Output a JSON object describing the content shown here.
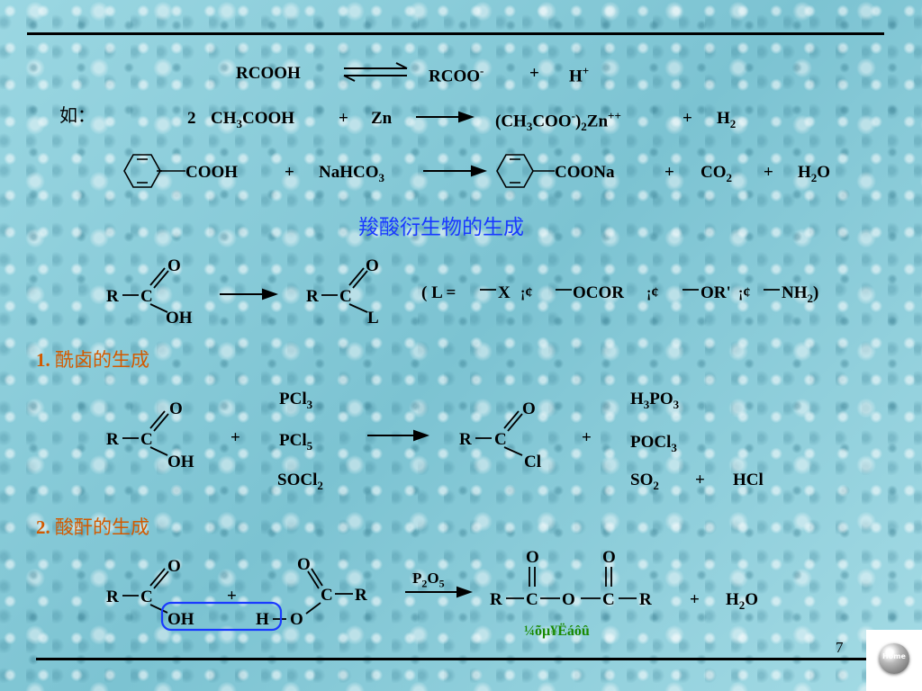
{
  "eq1": {
    "left": "RCOOH",
    "right_main": "RCOO",
    "right_charge": "-",
    "plus": "+",
    "proton": "H",
    "proton_charge": "+"
  },
  "example_label": "如：",
  "eq2": {
    "coef": "2",
    "reactant_a": "CH",
    "reactant_a_sub": "3",
    "reactant_a_rest": "COOH",
    "plus1": "+",
    "reactant_b": "Zn",
    "prod_a": "(CH",
    "prod_a_sub": "3",
    "prod_a_mid": "COO",
    "prod_a_charge": "-",
    "prod_a_close": ")",
    "prod_a_sub2": "2",
    "prod_a_end": "Zn",
    "prod_a_charge2": "++",
    "plus2": "+",
    "prod_b": "H",
    "prod_b_sub": "2"
  },
  "eq3": {
    "reactant_a": "COOH",
    "plus1": "+",
    "reactant_b": "NaHCO",
    "reactant_b_sub": "3",
    "prod_a": "COONa",
    "plus2": "+",
    "prod_b": "CO",
    "prod_b_sub": "2",
    "plus3": "+",
    "prod_c": "H",
    "prod_c_sub": "2",
    "prod_c_end": "O"
  },
  "section_title": "羧酸衍生物的生成",
  "general": {
    "r": "R",
    "c": "C",
    "o": "O",
    "oh": "OH",
    "l": "L",
    "legend": "( L = ",
    "x": "X",
    "sep1": "¡¢",
    "ocor": "OCOR",
    "sep2": "¡¢",
    "or": "OR'",
    "sep3": "¡¢",
    "nh": "NH",
    "nh_sub": "2",
    "close": ")"
  },
  "sec1": {
    "num": "1.",
    "title": "酰卤的生成",
    "r": "R",
    "c": "C",
    "o": "O",
    "oh": "OH",
    "plus1": "+",
    "pcl3": "PCl",
    "pcl3_sub": "3",
    "pcl5": "PCl",
    "pcl5_sub": "5",
    "socl2": "SOCl",
    "socl2_sub": "2",
    "prod_r": "R",
    "prod_c": "C",
    "prod_o": "O",
    "prod_cl": "Cl",
    "plus2": "+",
    "h3po3_h": "H",
    "h3po3_s1": "3",
    "h3po3_m": "PO",
    "h3po3_s2": "3",
    "pocl3": "POCl",
    "pocl3_sub": "3",
    "so2": "SO",
    "so2_sub": "2",
    "plus3": "+",
    "hcl": "HCl"
  },
  "sec2": {
    "num": "2.",
    "title": "酸酐的生成",
    "r1": "R",
    "c1": "C",
    "o1": "O",
    "oh": "OH",
    "plus1": "+",
    "h": "H",
    "o_link": "O",
    "c2": "C",
    "o2": "O",
    "r2": "R",
    "reagent": "P",
    "reagent_s1": "2",
    "reagent_m": "O",
    "reagent_s2": "5",
    "prod_r1": "R",
    "prod_c1": "C",
    "prod_o1": "O",
    "prod_obridge": "O",
    "prod_c2": "C",
    "prod_o2": "O",
    "prod_r2": "R",
    "plus2": "+",
    "water": "H",
    "water_sub": "2",
    "water_end": "O",
    "caption": "¼õµ¥Ëáôû"
  },
  "page_number": "7",
  "home_label": "Home",
  "colors": {
    "title_blue": "#1a3aff",
    "section_orange": "#d25a00",
    "caption_green": "#1a8a00",
    "highlight_box": "#1a3aff"
  }
}
